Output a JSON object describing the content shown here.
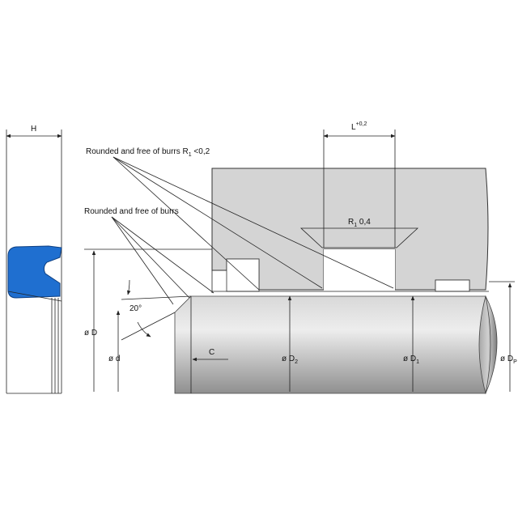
{
  "annotations": {
    "rounded_r1": "Rounded and free of burrs R",
    "rounded_r1_sub": "1",
    "rounded_r1_tail": " <0,2",
    "rounded": "Rounded and free of burrs",
    "r1_label": "R",
    "r1_sub": "1",
    "r1_value": " 0,4",
    "angle": "20°"
  },
  "dimensions": {
    "h": "H",
    "l": "L",
    "l_tol": "+0,2",
    "c": "C",
    "d_outer": "ø D",
    "d_inner": "ø d",
    "d2": "ø D",
    "d2_sub": "2",
    "d1": "ø D",
    "d1_sub": "1",
    "dp": "ø D",
    "dp_sub": "P"
  },
  "colors": {
    "seal": "#1f6fd0",
    "housing": "#d4d4d4",
    "rod_light": "#e8e8e8",
    "rod_dark": "#9a9a9a"
  }
}
